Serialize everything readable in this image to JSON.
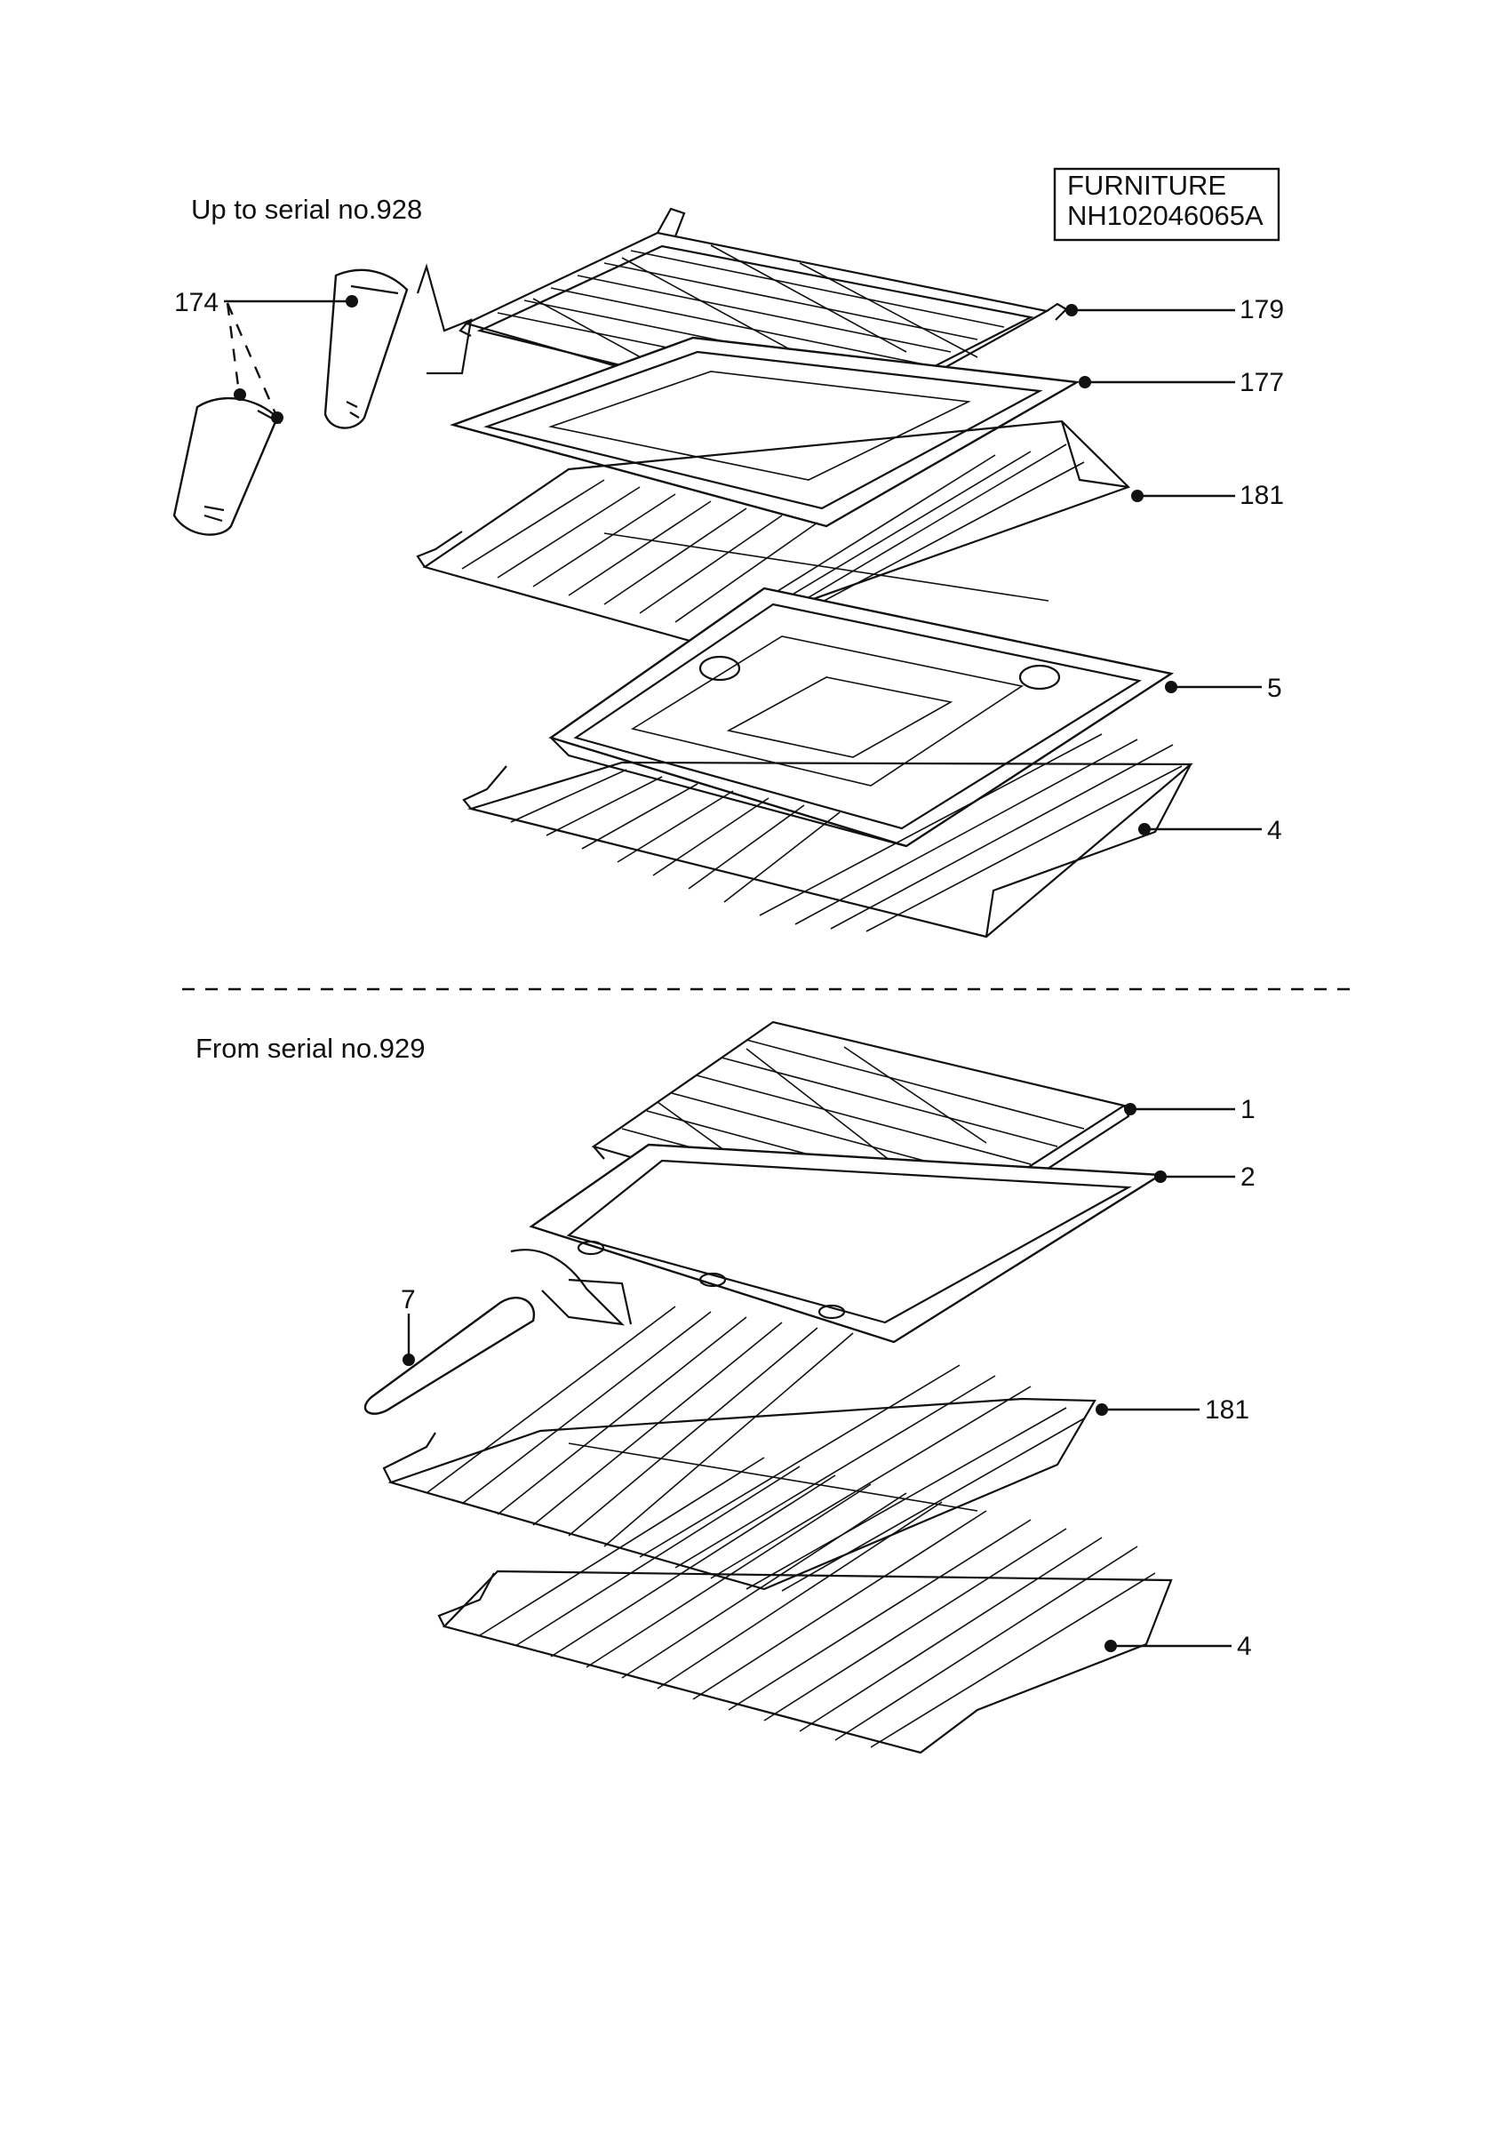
{
  "title_box": {
    "line1": "FURNITURE",
    "line2": "NH102046065A"
  },
  "sections": [
    {
      "heading": "Up to serial no.928",
      "callouts": [
        "174",
        "179",
        "177",
        "181",
        "5",
        "4"
      ]
    },
    {
      "heading": "From serial no.929",
      "callouts": [
        "1",
        "2",
        "7",
        "181",
        "4"
      ]
    }
  ]
}
